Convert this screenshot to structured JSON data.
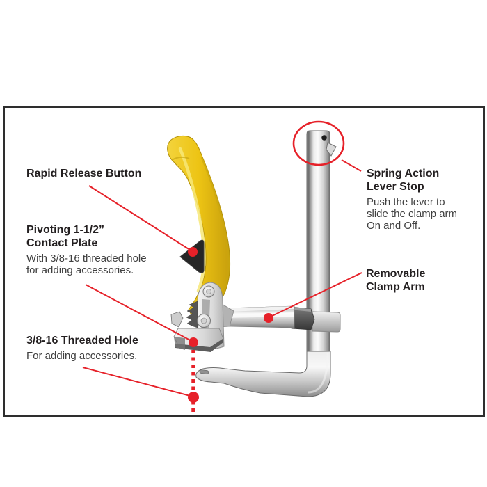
{
  "figure": {
    "type": "annotated-product-diagram",
    "subject": "ratchet-action-utility-clamp"
  },
  "callouts": {
    "rapid_release_button": {
      "title": "Rapid Release Button"
    },
    "pivoting_contact_plate": {
      "title_lines": [
        "Pivoting 1-1/2”",
        "Contact Plate"
      ],
      "desc_lines": [
        "With 3/8-16 threaded hole",
        "for adding accessories."
      ]
    },
    "threaded_hole": {
      "title": "3/8-16 Threaded Hole",
      "desc": "For adding accessories."
    },
    "spring_action_lever_stop": {
      "title_lines": [
        "Spring Action",
        "Lever Stop"
      ],
      "desc_lines": [
        "Push the lever to",
        "slide the clamp arm",
        "On and Off."
      ]
    },
    "removable_clamp_arm": {
      "title_lines": [
        "Removable",
        "Clamp Arm"
      ]
    }
  },
  "colors": {
    "annotation": "#e62129",
    "handle_yellow": "#eec81e",
    "text": "#231f20"
  }
}
